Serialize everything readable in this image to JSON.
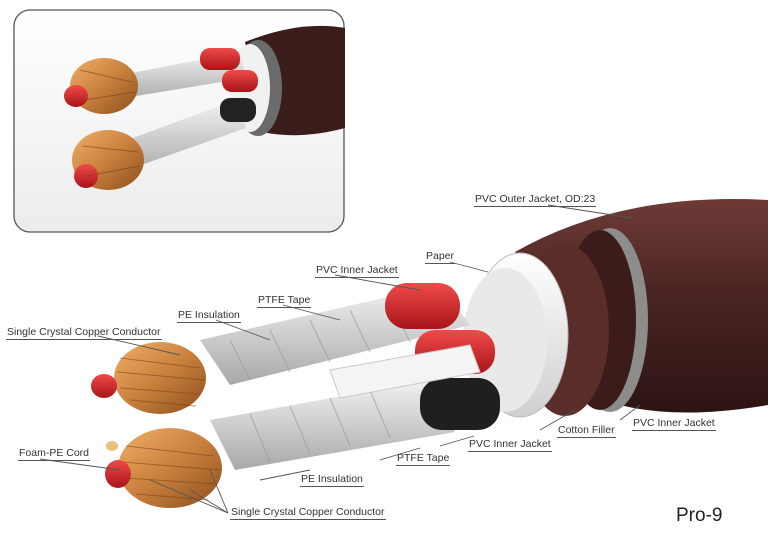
{
  "model": "Pro-9",
  "labels": {
    "pvc_outer_jacket": "PVC Outer Jacket, OD:23",
    "paper": "Paper",
    "pvc_inner_jacket_top": "PVC Inner Jacket",
    "ptfe_tape_top": "PTFE Tape",
    "pe_insulation_top": "PE Insulation",
    "conductor_top": "Single Crystal Copper Conductor",
    "foam_pe_cord": "Foam-PE Cord",
    "pe_insulation_bottom": "PE Insulation",
    "ptfe_tape_bottom": "PTFE Tape",
    "pvc_inner_jacket_bottom": "PVC Inner Jacket",
    "cotton_filler": "Cotton Filler",
    "pvc_inner_jacket_right": "PVC Inner Jacket",
    "conductor_bottom": "Single Crystal Copper Conductor"
  },
  "colors": {
    "outer_jacket": "#4a2422",
    "copper": "#c9803d",
    "red_insulation": "#d3262a",
    "ptfe_tape": "#d9d9d9",
    "inner_jacket_black": "#1f1f1f"
  }
}
